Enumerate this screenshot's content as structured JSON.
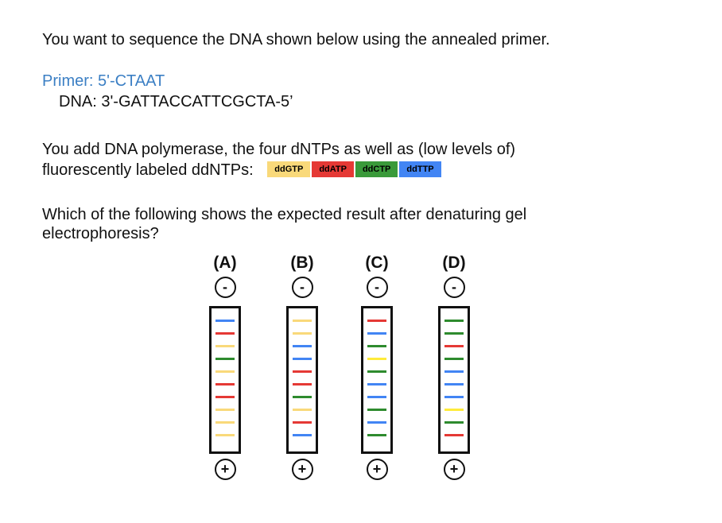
{
  "question": {
    "intro": "You want to sequence the DNA shown below using the annealed primer.",
    "primer": "Primer:  5'-CTAAT",
    "dna": "DNA:  3'-GATTACCATTCGCTA-5’",
    "add_line1": "You add DNA polymerase, the four dNTPs as well as (low levels of)",
    "add_line2": "fluorescently labeled ddNTPs:",
    "which_line1": "Which of the following shows the expected result after denaturing gel",
    "which_line2": "electrophoresis?"
  },
  "ddntps": [
    {
      "label": "ddGTP",
      "color": "#f9d97a"
    },
    {
      "label": "ddATP",
      "color": "#e53935"
    },
    {
      "label": "ddCTP",
      "color": "#3a9a3a"
    },
    {
      "label": "ddTTP",
      "color": "#4285f4"
    }
  ],
  "colors": {
    "B": "#4285f4",
    "R": "#e53935",
    "Y": "#f9d97a",
    "G": "#2e8b2e",
    "L": "#ffeb3b"
  },
  "terminals": {
    "negative": "-",
    "positive": "+"
  },
  "options": [
    {
      "label": "(A)",
      "bands": [
        "B",
        "R",
        "Y",
        "G",
        "Y",
        "R",
        "R",
        "Y",
        "Y",
        "Y"
      ]
    },
    {
      "label": "(B)",
      "bands": [
        "Y",
        "Y",
        "B",
        "B",
        "R",
        "R",
        "G",
        "Y",
        "R",
        "B"
      ]
    },
    {
      "label": "(C)",
      "bands": [
        "R",
        "B",
        "G",
        "L",
        "G",
        "B",
        "B",
        "G",
        "B",
        "G"
      ]
    },
    {
      "label": "(D)",
      "bands": [
        "G",
        "G",
        "R",
        "G",
        "B",
        "B",
        "B",
        "L",
        "G",
        "R"
      ]
    }
  ]
}
